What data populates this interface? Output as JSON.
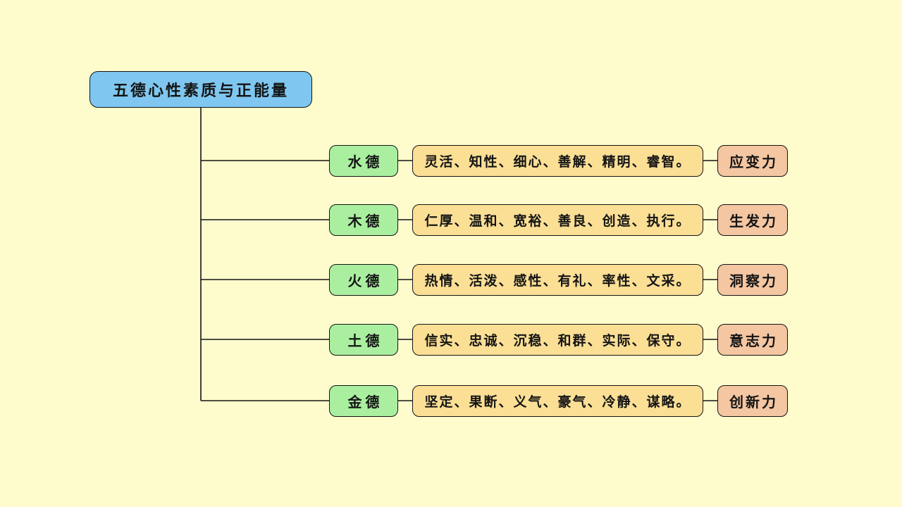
{
  "diagram": {
    "title": "五德心性素质与正能量",
    "root": {
      "label": "五德心性素质与正能量"
    },
    "rows": [
      {
        "id": "water",
        "virtue": "水德",
        "traits": "灵活、知性、细心、善解、精明、睿智。",
        "power": "应变力"
      },
      {
        "id": "wood",
        "virtue": "木德",
        "traits": "仁厚、温和、宽裕、善良、创造、执行。",
        "power": "生发力"
      },
      {
        "id": "fire",
        "virtue": "火德",
        "traits": "热情、活泼、感性、有礼、率性、文采。",
        "power": "洞察力"
      },
      {
        "id": "earth",
        "virtue": "土德",
        "traits": "信实、忠诚、沉稳、和群、实际、保守。",
        "power": "意志力"
      },
      {
        "id": "metal",
        "virtue": "金德",
        "traits": "坚定、果断、义气、豪气、冷静、谋略。",
        "power": "创新力"
      }
    ],
    "colors": {
      "background": "#fefccd",
      "root_fill": "#7fc7f0",
      "virtue_fill": "#aaefa0",
      "traits_fill": "#fbdf95",
      "power_fill": "#f4c6a2",
      "border": "#141414",
      "connector": "#141414"
    }
  }
}
